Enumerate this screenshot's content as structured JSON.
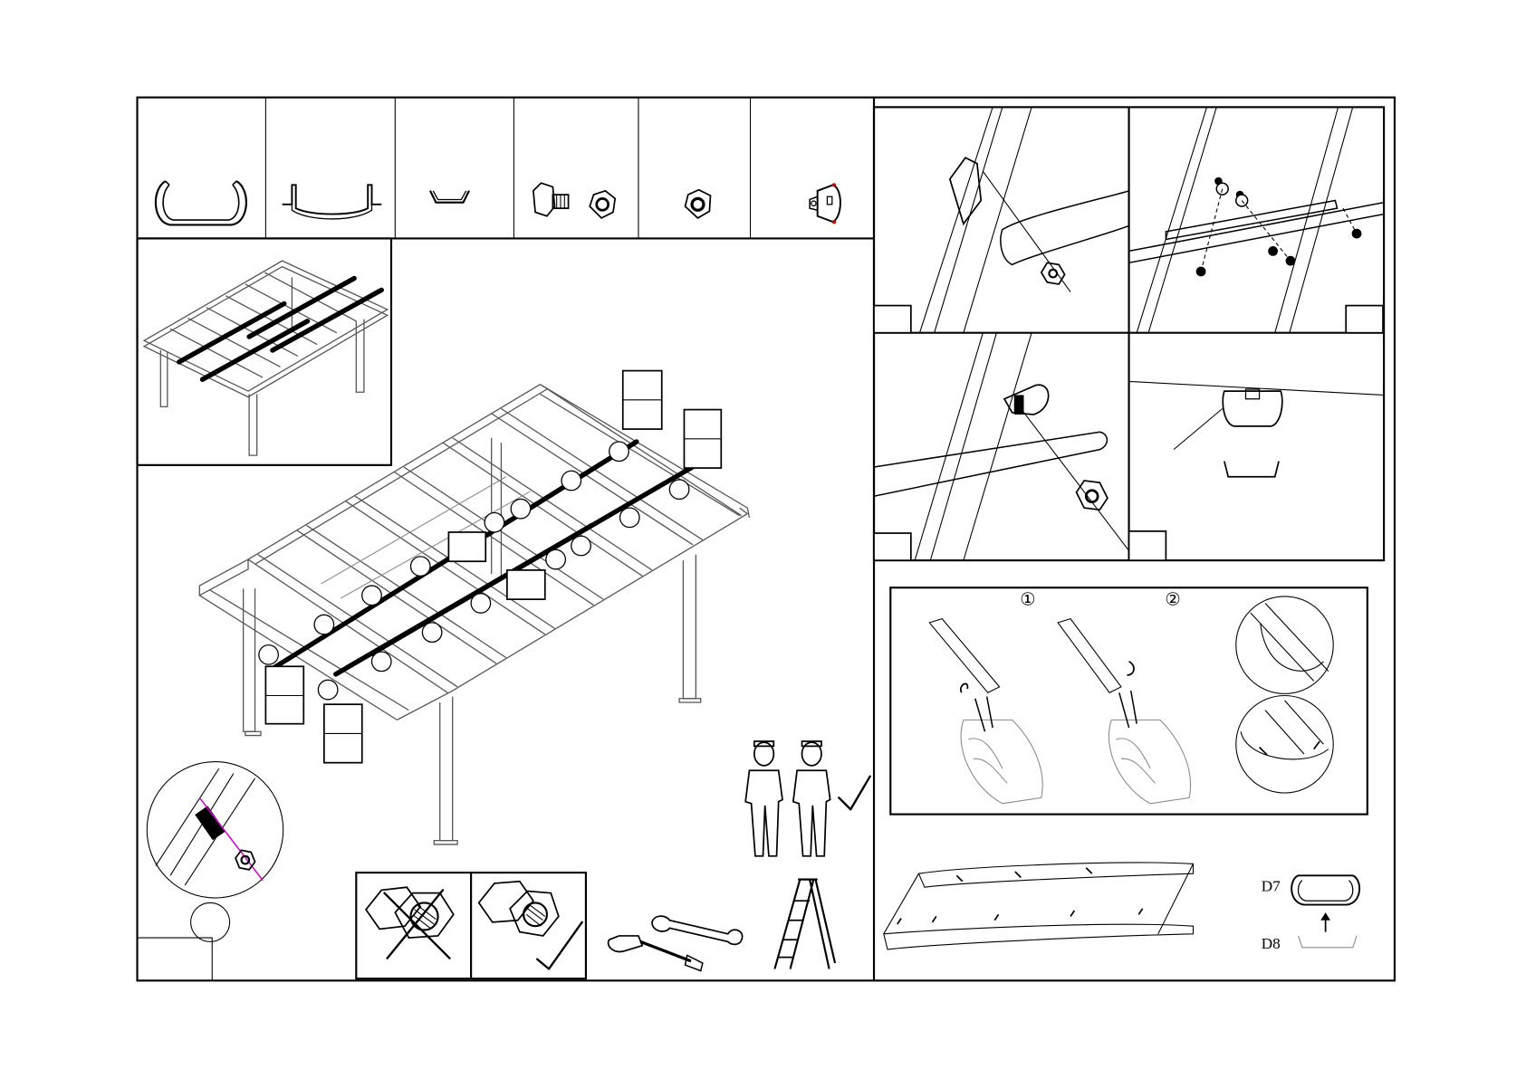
{
  "section_labels": {
    "step_one": "①",
    "step_two": "②",
    "part_d7": "D7",
    "part_d8": "D8"
  },
  "icons": {
    "parts": [
      "c-channel-profile",
      "u-bracket-profile",
      "small-u-clip",
      "bolt-and-nut",
      "hex-nut",
      "end-cap-plate"
    ],
    "tools": [
      "open-end-wrench",
      "screwdriver",
      "step-ladder"
    ],
    "people": [
      "two-person-assembly"
    ],
    "checks": [
      "correct-checkmark",
      "incorrect-x"
    ]
  },
  "colors": {
    "ink": "#000000",
    "bolt_line": "#cc00cc",
    "accent_red": "#cc0000"
  }
}
